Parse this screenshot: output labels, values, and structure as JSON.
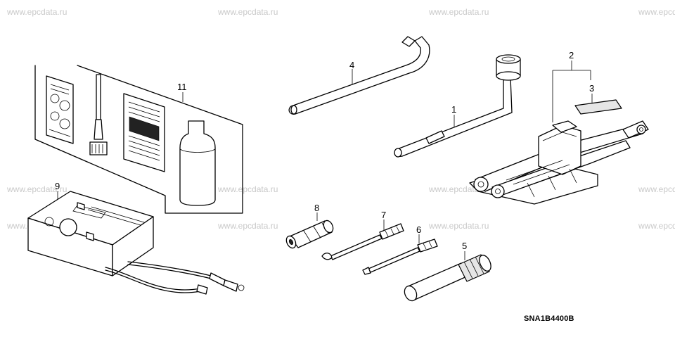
{
  "watermark": "www.epcdata.ru",
  "callouts": {
    "c1": "1",
    "c2": "2",
    "c3": "3",
    "c4": "4",
    "c5": "5",
    "c6": "6",
    "c7": "7",
    "c8": "8",
    "c9": "9",
    "c11": "11"
  },
  "diagram_code": "SNA1B4400B"
}
